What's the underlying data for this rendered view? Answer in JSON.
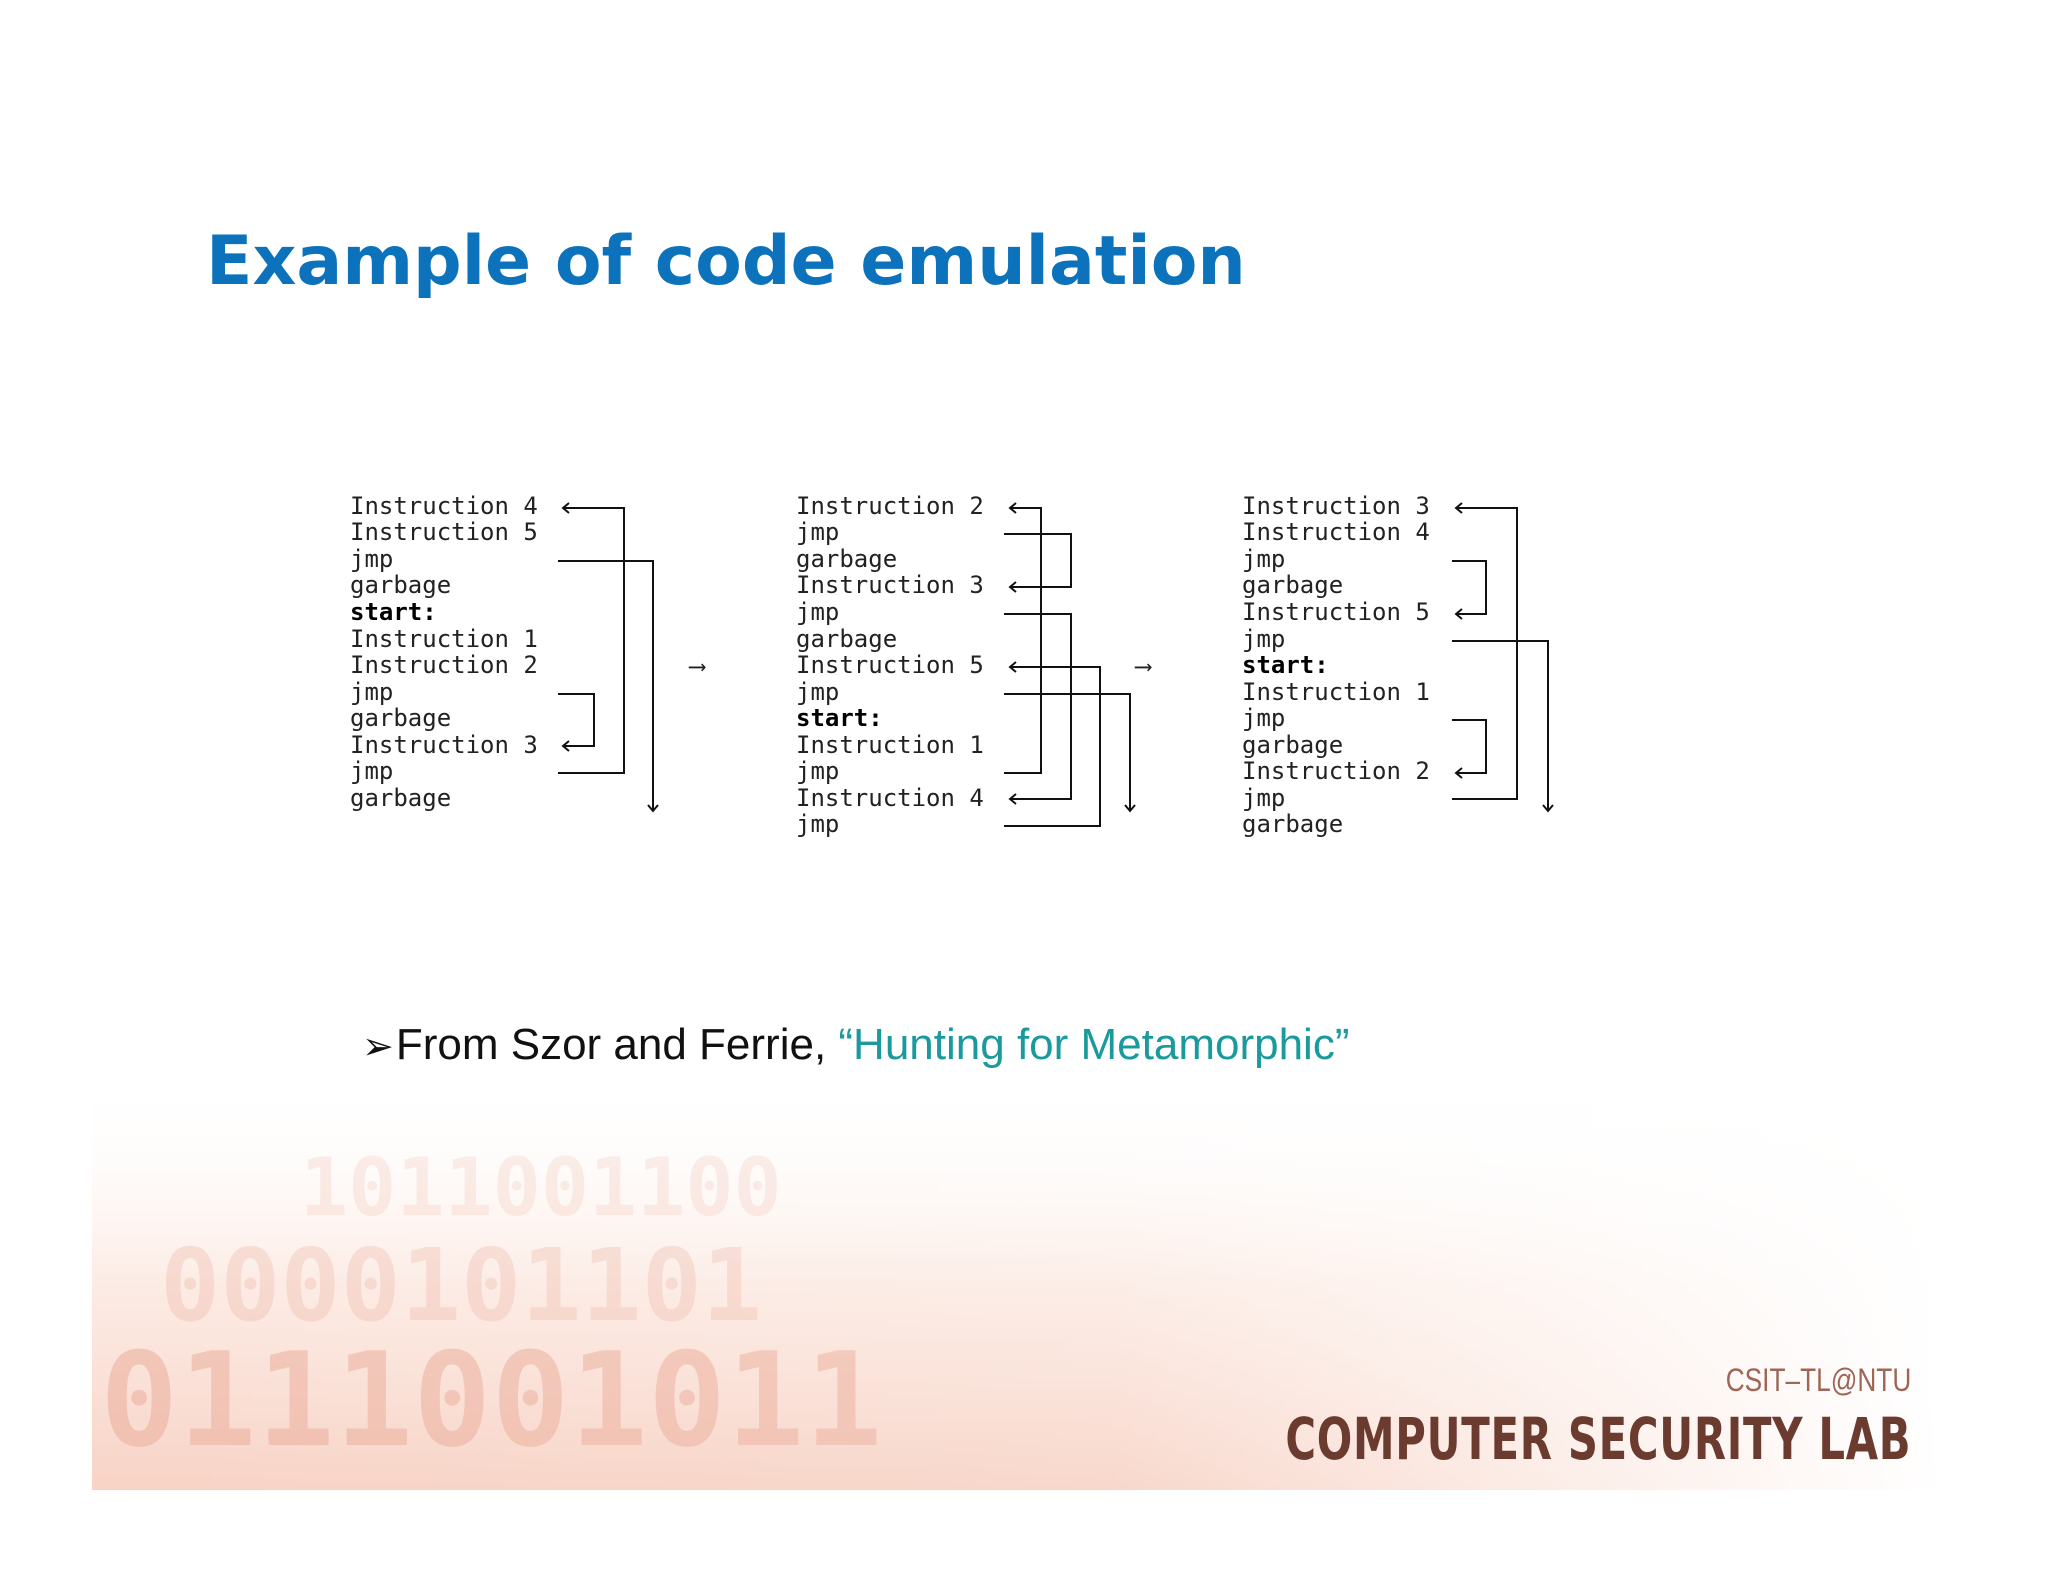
{
  "slide": {
    "title": "Example of code emulation",
    "citation": {
      "bullet": "➢",
      "prefix": "From Szor and Ferrie, ",
      "work_title": "“Hunting for Metamorphic”"
    },
    "footer": {
      "lab_sub": "CSIT–TL@NTU",
      "lab_name": "COMPUTER SECURITY LAB"
    }
  },
  "diagram": {
    "arrow_symbol": "⟶",
    "columns": [
      {
        "lines": [
          "Instruction 4",
          "Instruction 5",
          "jmp",
          "garbage",
          "start:",
          "Instruction 1",
          "Instruction 2",
          "jmp",
          "garbage",
          "Instruction 3",
          "jmp",
          "garbage"
        ],
        "bold": [
          "start:"
        ]
      },
      {
        "lines": [
          "Instruction 2",
          "jmp",
          "garbage",
          "Instruction 3",
          "jmp",
          "garbage",
          "Instruction 5",
          "jmp",
          "start:",
          "Instruction 1",
          "jmp",
          "Instruction 4",
          "jmp"
        ],
        "bold": [
          "start:"
        ]
      },
      {
        "lines": [
          "Instruction 3",
          "Instruction 4",
          "jmp",
          "garbage",
          "Instruction 5",
          "jmp",
          "start:",
          "Instruction 1",
          "jmp",
          "garbage",
          "Instruction 2",
          "jmp",
          "garbage"
        ],
        "bold": [
          "start:"
        ]
      }
    ]
  },
  "colors": {
    "title": "#0b72bb",
    "citation_title": "#1a9a9c",
    "lab_name": "#6b3b2f",
    "lab_sub": "#9e6657"
  }
}
